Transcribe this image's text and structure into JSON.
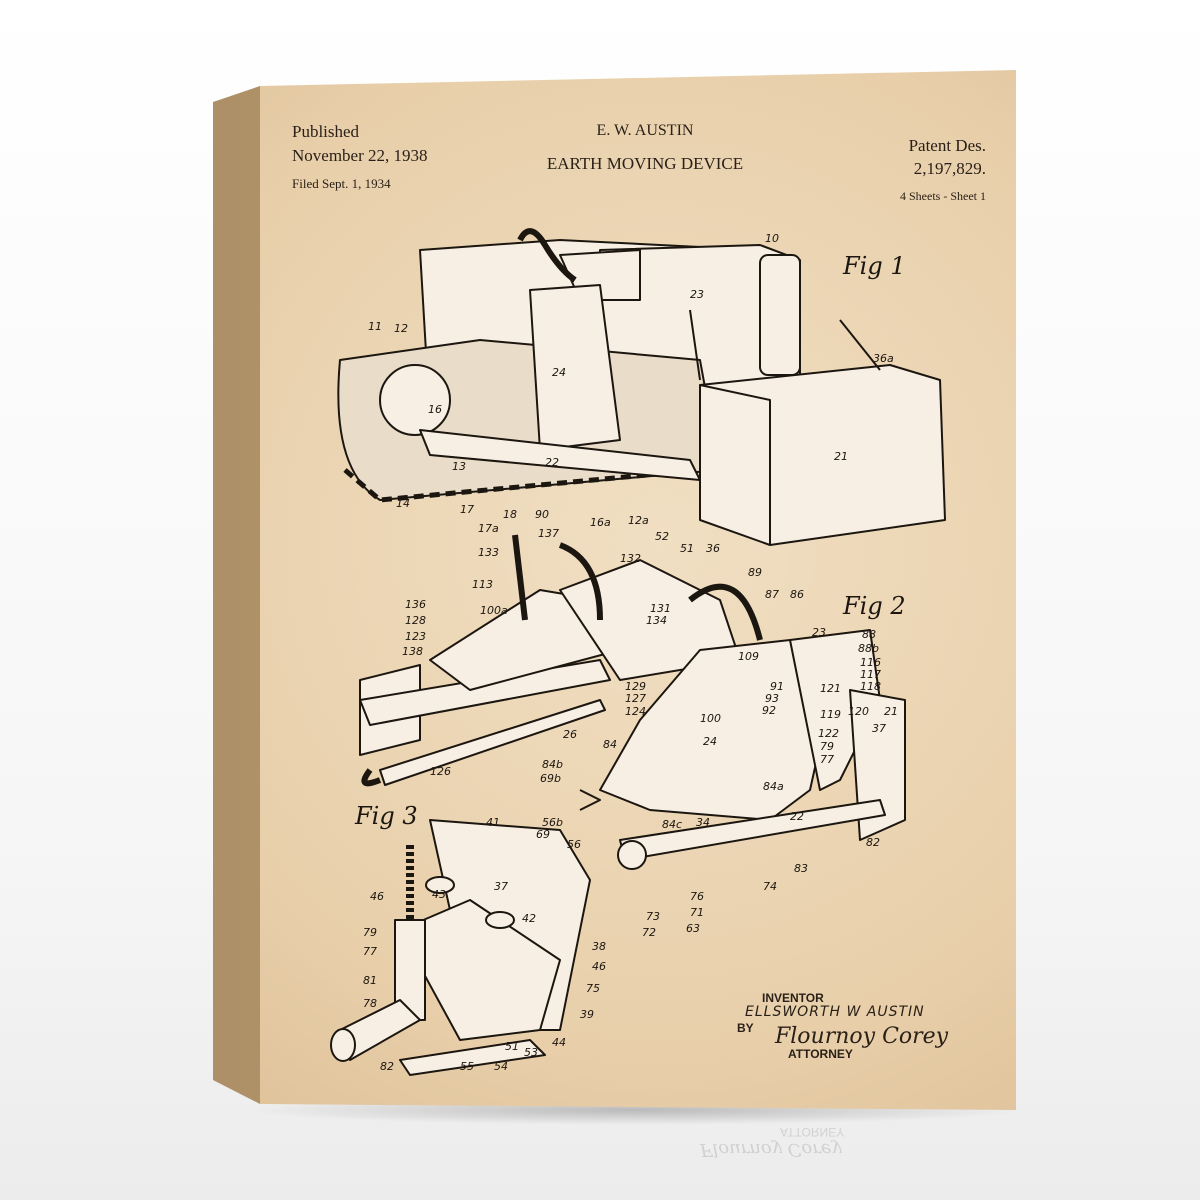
{
  "header": {
    "published_label": "Published",
    "published_date": "November 22, 1938",
    "filed": "Filed Sept. 1, 1934",
    "inventor_short": "E. W. AUSTIN",
    "title": "EARTH MOVING DEVICE",
    "patent_label": "Patent Des.",
    "patent_number": "2,197,829.",
    "sheets": "4 Sheets - Sheet 1"
  },
  "figures": {
    "fig1": "Fig 1",
    "fig2": "Fig 2",
    "fig3": "Fig 3"
  },
  "part_numbers": [
    "10",
    "23",
    "36a",
    "11",
    "12",
    "24",
    "16",
    "21",
    "13",
    "22",
    "14",
    "17",
    "18",
    "90",
    "16a",
    "12a",
    "52",
    "51",
    "36",
    "17a",
    "133",
    "137",
    "132",
    "113",
    "89",
    "87",
    "86",
    "23",
    "88",
    "88b",
    "136",
    "100a",
    "131",
    "134",
    "128",
    "123",
    "138",
    "116",
    "117",
    "118",
    "129",
    "127",
    "124",
    "109",
    "91",
    "93",
    "92",
    "121",
    "119",
    "120",
    "21",
    "26",
    "100",
    "84",
    "122",
    "79",
    "77",
    "37",
    "126",
    "84b",
    "69b",
    "24",
    "84a",
    "56b",
    "69",
    "84c",
    "34",
    "22",
    "82",
    "56",
    "83",
    "74",
    "76",
    "71",
    "63",
    "73",
    "72",
    "41",
    "37",
    "46",
    "43",
    "42",
    "79",
    "77",
    "38",
    "46",
    "81",
    "75",
    "78",
    "39",
    "44",
    "53",
    "51",
    "82",
    "55",
    "54"
  ],
  "signature": {
    "inventor_label": "INVENTOR",
    "inventor_name": "ELLSWORTH W AUSTIN",
    "by_label": "BY",
    "attorney_signature": "Flournoy Corey",
    "attorney_label": "ATTORNEY"
  },
  "colors": {
    "paper": "#e8cfaa",
    "ink": "#1c1610",
    "canvas_edge": "#b8986c"
  }
}
